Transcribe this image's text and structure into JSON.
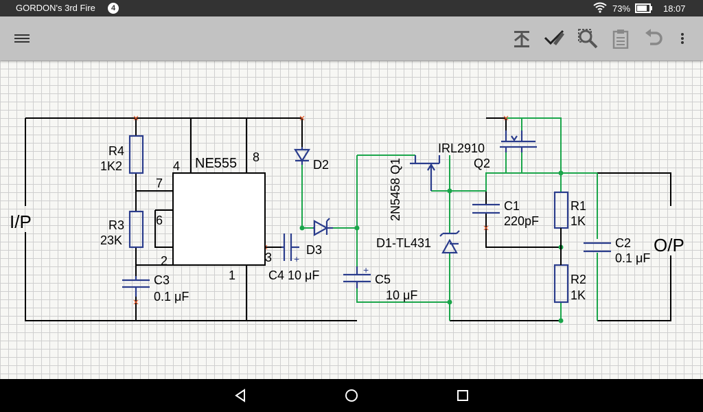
{
  "status_bar": {
    "app_title": "GORDON's 3rd Fire",
    "notification_count": "4",
    "battery": "73%",
    "time": "18:07"
  },
  "toolbar": {
    "icons": [
      "menu-icon",
      "component-icon",
      "draw-wire-icon",
      "zoom-icon",
      "clipboard-icon",
      "undo-icon",
      "more-vert-icon"
    ]
  },
  "schematic": {
    "wire_colors": {
      "default": "#000000",
      "selected": "#1aa54a",
      "component": "#2a3c8c",
      "junction": "#1aa54a"
    },
    "labels": {
      "input": "I/P",
      "output": "O/P",
      "r4_name": "R4",
      "r4_value": "1K2",
      "r3_name": "R3",
      "r3_value": "23K",
      "c3_name": "C3",
      "c3_value": "0.1 μF",
      "ic_name": "NE555",
      "pin4": "4",
      "pin8": "8",
      "pin7": "7",
      "pin6": "6",
      "pin2": "2",
      "pin1": "1",
      "pin3": "3",
      "d2_name": "D2",
      "d3_name": "D3",
      "c4_label": "C4 10 μF",
      "c5_name": "C5",
      "c5_value": "10 μF",
      "q1_label": "2N5458 Q1",
      "q2_part": "IRL2910",
      "q2_name": "Q2",
      "c1_name": "C1",
      "c1_value": "220pF",
      "d1_label": "D1-TL431",
      "r1_name": "R1",
      "r1_value": "1K",
      "r2_name": "R2",
      "r2_value": "1K",
      "c2_name": "C2",
      "c2_value": "0.1 μF",
      "plus": "+"
    }
  },
  "nav_bar": {
    "buttons": [
      "back-icon",
      "home-icon",
      "recents-icon"
    ]
  }
}
